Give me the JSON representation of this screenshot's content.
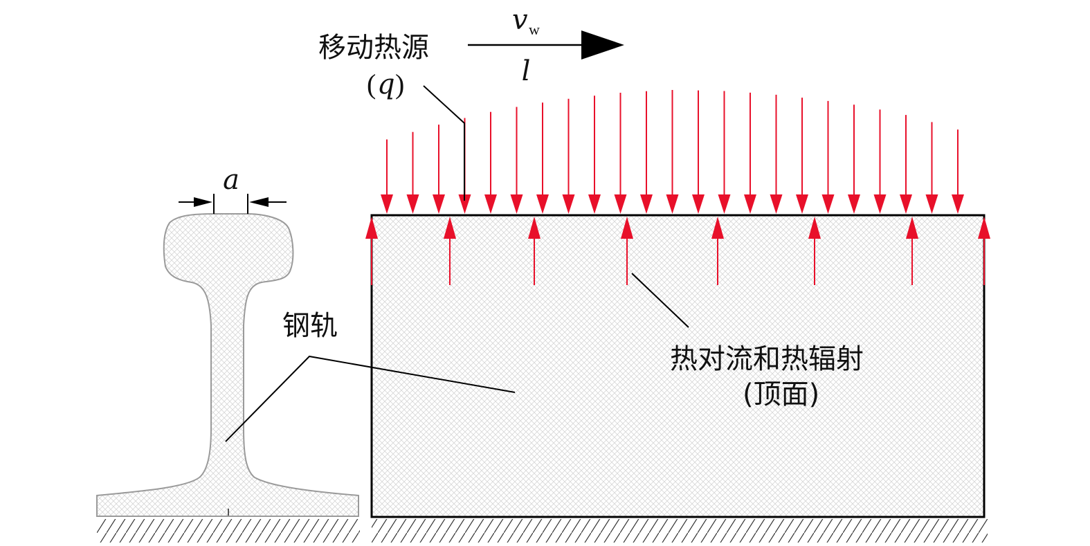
{
  "labels": {
    "moving_heat_source": "移动热源",
    "q_open": "(",
    "q_symbol": "q",
    "q_close": ")",
    "velocity_symbol": "v",
    "velocity_subscript": "w",
    "length_symbol": "l",
    "width_symbol": "a",
    "rail": "钢轨",
    "convection_radiation": "热对流和热辐射",
    "top_surface": "(顶面)"
  },
  "colors": {
    "heat_flux_arrow": "#e8102a",
    "outline": "#000000",
    "rail_outline": "#999999",
    "hatch_fill": "#cfcfcf"
  },
  "heat_flux_profile": [
    0.35,
    0.53,
    0.69,
    0.81,
    0.9,
    0.97,
    1.0,
    0.99,
    0.95,
    0.88,
    0.79,
    0.66,
    0.48
  ],
  "convection_arrow_count": 8
}
